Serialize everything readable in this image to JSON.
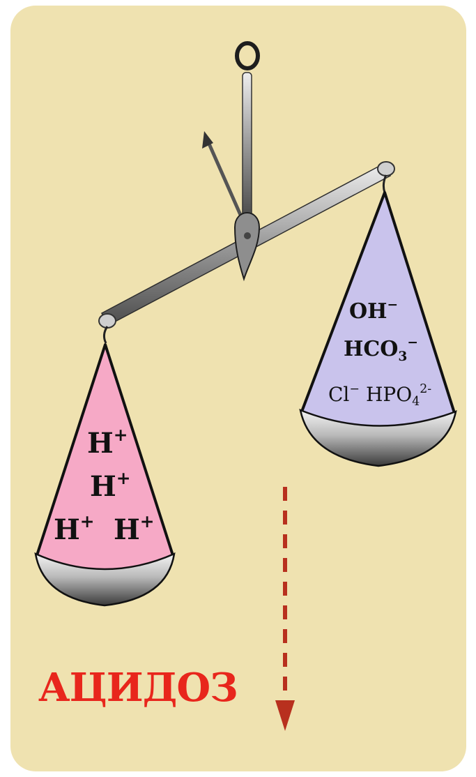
{
  "left_pan": {
    "ion_row1": {
      "base": "H",
      "charge": "+"
    },
    "ion_row2": {
      "base": "H",
      "charge": "+"
    },
    "ion_row3a": {
      "base": "H",
      "charge": "+"
    },
    "ion_row3b": {
      "base": "H",
      "charge": "+"
    },
    "fill_color": "#f6a9c6"
  },
  "right_pan": {
    "hydroxide": {
      "base": "OH",
      "charge": "−"
    },
    "bicarbonate": {
      "base": "HCO",
      "sub": "3",
      "charge": "−"
    },
    "chloride": {
      "base": "Cl",
      "charge": "−"
    },
    "phosphate": {
      "base": "HPO",
      "sub": "4",
      "charge": "2-"
    },
    "fill_color": "#c9c3ec"
  },
  "caption": {
    "text": "АЦИДОЗ",
    "color": "#e8261c"
  },
  "arrow_color": "#b8301e",
  "background_color": "#efe2b0"
}
